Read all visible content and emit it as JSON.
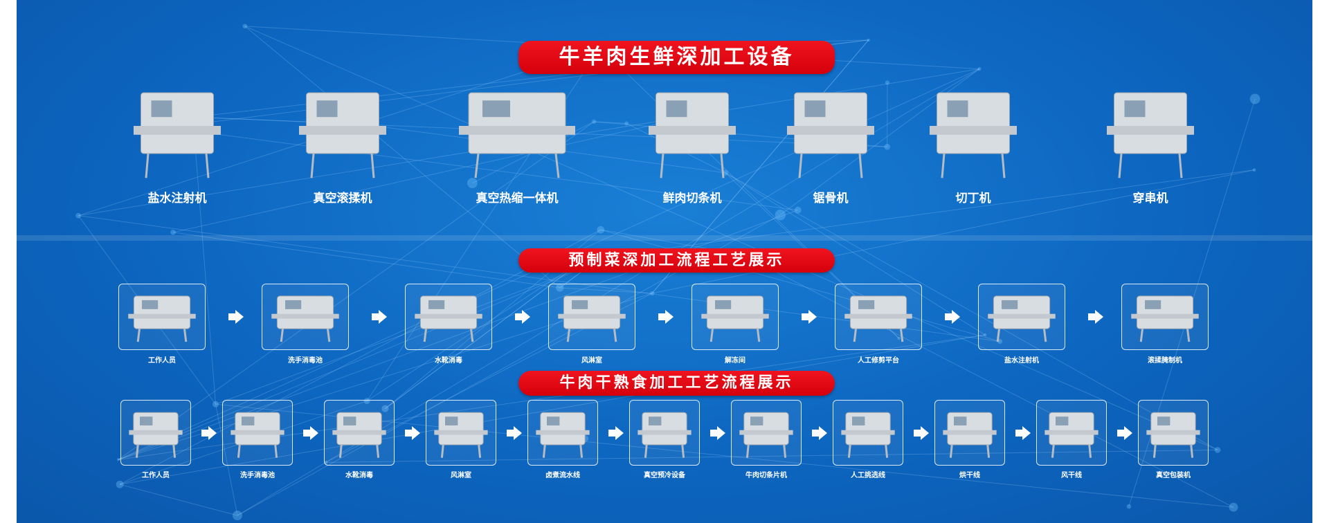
{
  "section1": {
    "title": "牛羊肉生鲜深加工设备",
    "machines": [
      "盐水注射机",
      "真空滚揉机",
      "真空热缩一体机",
      "鲜肉切条机",
      "锯骨机",
      "切丁机",
      "穿串机"
    ]
  },
  "section2": {
    "title": "预制菜深加工流程工艺展示",
    "steps": [
      "工作人员",
      "洗手消毒池",
      "水靴消毒",
      "风淋室",
      "解冻间",
      "人工修剪平台",
      "盐水注射机",
      "滚揉腌制机"
    ]
  },
  "section3": {
    "title": "牛肉干熟食加工工艺流程展示",
    "steps": [
      "工作人员",
      "洗手消毒池",
      "水靴消毒",
      "风淋室",
      "卤煮流水线",
      "真空预冷设备",
      "牛肉切条片机",
      "人工挑选线",
      "烘干线",
      "风干线",
      "真空包装机"
    ]
  },
  "colors": {
    "background": "#0d66c0",
    "title": "#e60012"
  }
}
